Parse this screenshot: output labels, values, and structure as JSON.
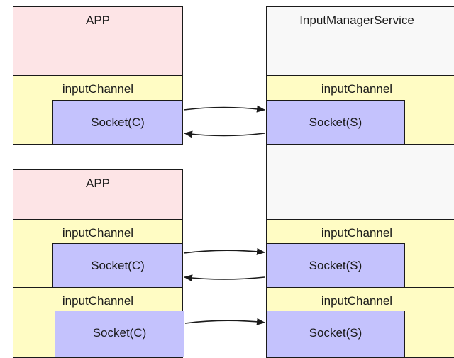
{
  "colors": {
    "app_bg": "#fde4e6",
    "service_bg": "#f8f8f8",
    "channel_bg": "#fffcc4",
    "socket_bg": "#c4c2fd",
    "stroke": "#1a1a1a"
  },
  "app_top": {
    "title": "APP",
    "channel": "inputChannel",
    "socket": "Socket(C)"
  },
  "app_bottom": {
    "title": "APP",
    "channels": [
      {
        "channel": "inputChannel",
        "socket": "Socket(C)"
      },
      {
        "channel": "inputChannel",
        "socket": "Socket(C)"
      }
    ]
  },
  "service": {
    "title": "InputManagerService",
    "channels": [
      {
        "channel": "inputChannel",
        "socket": "Socket(S)"
      },
      {
        "channel": "inputChannel",
        "socket": "Socket(S)"
      },
      {
        "channel": "inputChannel",
        "socket": "Socket(S)"
      }
    ]
  }
}
